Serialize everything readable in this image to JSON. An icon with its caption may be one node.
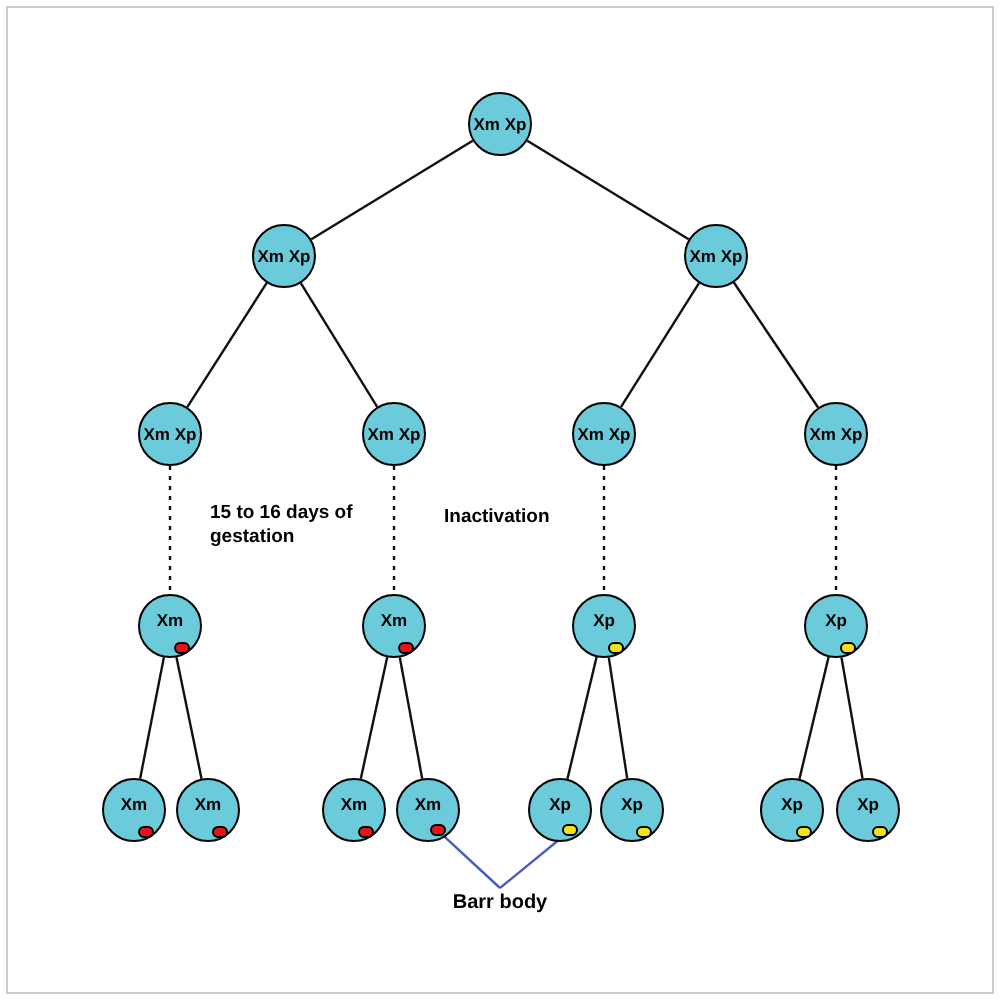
{
  "diagram": {
    "nodes": [
      {
        "text": [
          "Xm Xp"
        ]
      },
      {
        "text": [
          "Xm Xp"
        ]
      },
      {
        "text": [
          "Xm Xp"
        ]
      },
      {
        "text": [
          "Xm Xp"
        ]
      },
      {
        "text": [
          "Xm Xp"
        ]
      },
      {
        "text": [
          "Xm Xp"
        ]
      },
      {
        "text": [
          "Xm Xp"
        ]
      },
      {
        "text": [
          "Xm"
        ]
      },
      {
        "text": [
          "Xm"
        ]
      },
      {
        "text": [
          "Xp"
        ]
      },
      {
        "text": [
          "Xp"
        ]
      },
      {
        "text": [
          "Xm"
        ]
      },
      {
        "text": [
          "Xm"
        ]
      },
      {
        "text": [
          "Xm"
        ]
      },
      {
        "text": [
          "Xm"
        ]
      },
      {
        "text": [
          "Xp"
        ]
      },
      {
        "text": [
          "Xp"
        ]
      },
      {
        "text": [
          "Xp"
        ]
      },
      {
        "text": [
          "Xp"
        ]
      },
      {
        "text": [],
        "shape": "circle",
        "in": 14
      },
      {
        "text": [],
        "shape": "circle",
        "in": 15
      },
      {
        "text": [
          "Barr body"
        ]
      }
    ],
    "edges": [
      {
        "from": 0,
        "to": 1,
        "arrow": "none"
      },
      {
        "from": 0,
        "to": 2,
        "arrow": "none"
      },
      {
        "from": 1,
        "to": 3,
        "arrow": "none"
      },
      {
        "from": 1,
        "to": 4,
        "arrow": "none"
      },
      {
        "from": 2,
        "to": 5,
        "arrow": "none"
      },
      {
        "from": 2,
        "to": 6,
        "arrow": "none"
      },
      {
        "from": 3,
        "to": 7,
        "arrow": "none",
        "style": "dashed"
      },
      {
        "from": 4,
        "to": 8,
        "arrow": "none",
        "style": "dashed"
      },
      {
        "from": 5,
        "to": 9,
        "arrow": "none",
        "style": "dashed"
      },
      {
        "from": 6,
        "to": 10,
        "arrow": "none",
        "style": "dashed"
      },
      {
        "from": 7,
        "to": 11,
        "arrow": "none"
      },
      {
        "from": 7,
        "to": 12,
        "arrow": "none"
      },
      {
        "from": 8,
        "to": 13,
        "arrow": "none"
      },
      {
        "from": 8,
        "to": 14,
        "arrow": "none"
      },
      {
        "from": 9,
        "to": 15,
        "arrow": "none"
      },
      {
        "from": 9,
        "to": 16,
        "arrow": "none"
      },
      {
        "from": 10,
        "to": 17,
        "arrow": "none"
      },
      {
        "from": 10,
        "to": 18,
        "arrow": "none"
      },
      {
        "from": 21,
        "to": 19,
        "arrow": "none",
        "color": "#4a5cc0"
      },
      {
        "from": 21,
        "to": 20,
        "arrow": "none",
        "color": "#4a5cc0"
      }
    ],
    "labels": [
      "15 to 16 days of gestation",
      "Inactivation"
    ]
  }
}
